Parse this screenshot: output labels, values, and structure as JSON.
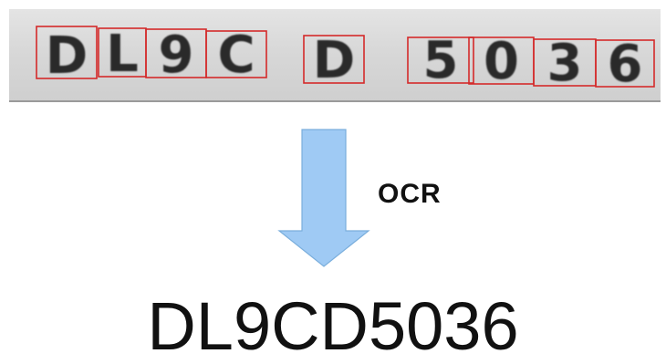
{
  "plate": {
    "characters": [
      "D",
      "L",
      "9",
      "C",
      "D",
      "5",
      "0",
      "3",
      "6"
    ],
    "box_color": "#d42a2a"
  },
  "arrow": {
    "color": "#9fcaf4",
    "label": "OCR"
  },
  "result": {
    "text": "DL9CD5036"
  }
}
